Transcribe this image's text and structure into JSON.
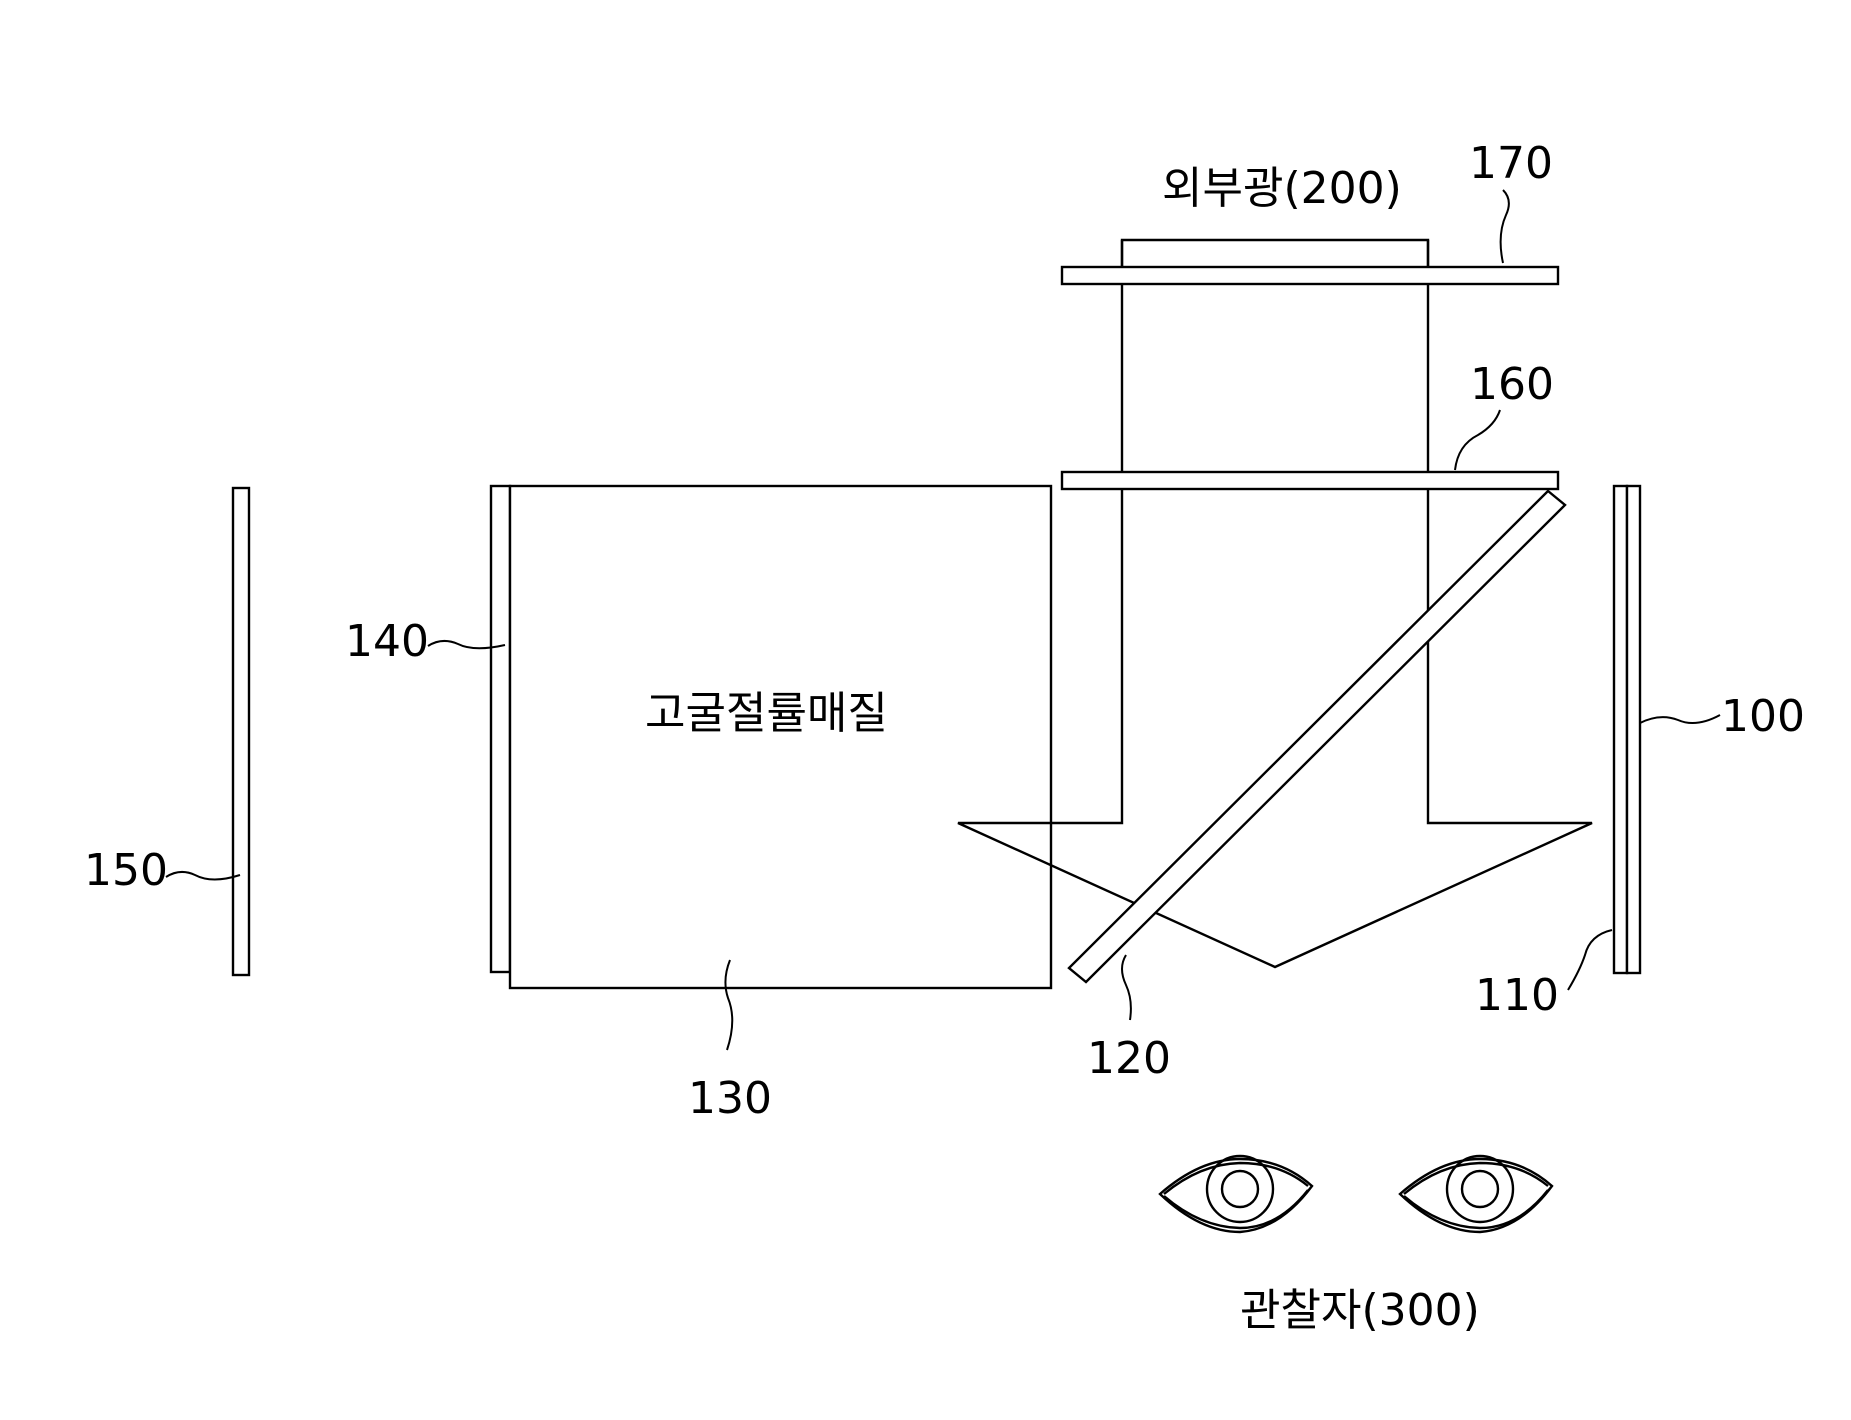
{
  "labels": {
    "external_light": "외부광(200)",
    "medium": "고굴절률매질",
    "observer": "관찰자(300)",
    "ref_170": "170",
    "ref_160": "160",
    "ref_150": "150",
    "ref_140": "140",
    "ref_130": "130",
    "ref_120": "120",
    "ref_110": "110",
    "ref_100": "100"
  },
  "icons": {
    "eyes": "eye-icon"
  },
  "colors": {
    "line": "#000000",
    "background": "#ffffff"
  }
}
